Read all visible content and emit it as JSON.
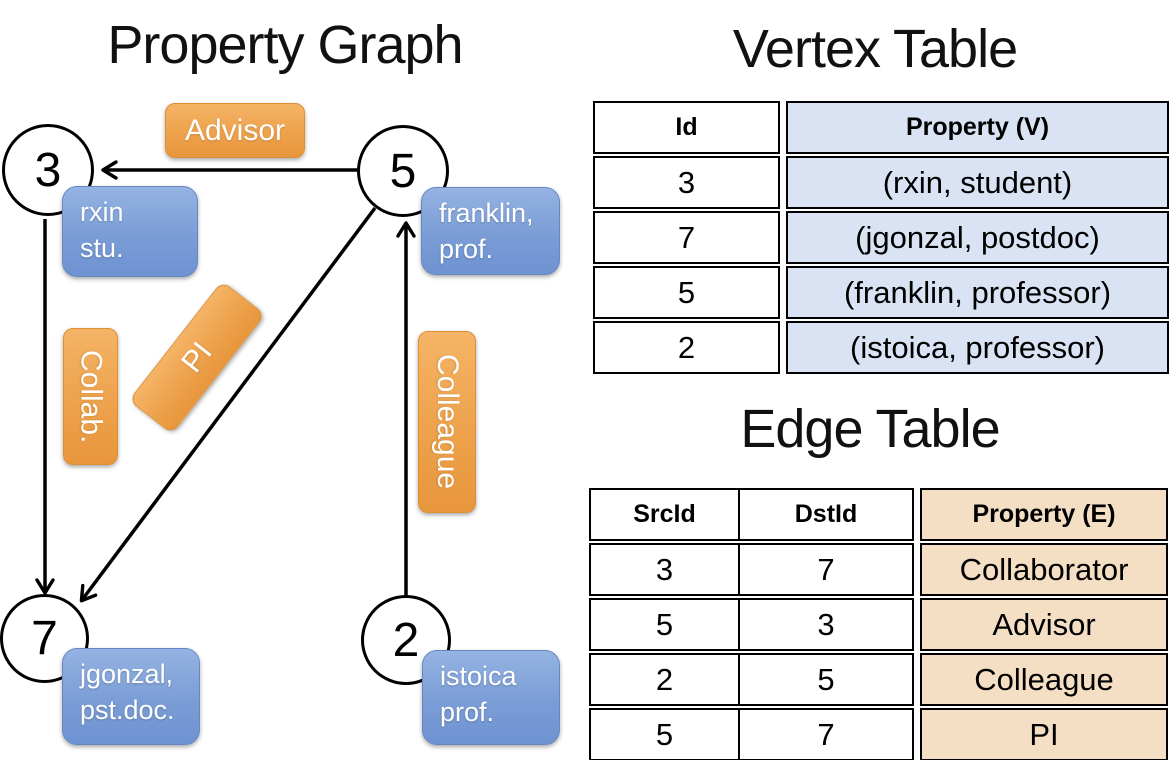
{
  "graph": {
    "title": "Property Graph",
    "vertices": [
      {
        "id": "3",
        "label_lines": [
          "rxin",
          "stu."
        ]
      },
      {
        "id": "5",
        "label_lines": [
          "franklin,",
          "prof."
        ]
      },
      {
        "id": "7",
        "label_lines": [
          "jgonzal,",
          "pst.doc."
        ]
      },
      {
        "id": "2",
        "label_lines": [
          "istoica",
          "prof."
        ]
      }
    ],
    "edges": [
      {
        "src": "5",
        "dst": "3",
        "label": "Advisor"
      },
      {
        "src": "3",
        "dst": "7",
        "label": "Collab."
      },
      {
        "src": "5",
        "dst": "7",
        "label": "PI"
      },
      {
        "src": "2",
        "dst": "5",
        "label": "Colleague"
      }
    ]
  },
  "vertex_table": {
    "title": "Vertex Table",
    "columns": {
      "id": "Id",
      "property": "Property (V)"
    },
    "rows": [
      {
        "id": "3",
        "property": "(rxin, student)"
      },
      {
        "id": "7",
        "property": "(jgonzal, postdoc)"
      },
      {
        "id": "5",
        "property": "(franklin, professor)"
      },
      {
        "id": "2",
        "property": "(istoica, professor)"
      }
    ]
  },
  "edge_table": {
    "title": "Edge Table",
    "columns": {
      "src": "SrcId",
      "dst": "DstId",
      "property": "Property (E)"
    },
    "rows": [
      {
        "src": "3",
        "dst": "7",
        "property": "Collaborator"
      },
      {
        "src": "5",
        "dst": "3",
        "property": "Advisor"
      },
      {
        "src": "2",
        "dst": "5",
        "property": "Colleague"
      },
      {
        "src": "5",
        "dst": "7",
        "property": "PI"
      }
    ]
  },
  "colors": {
    "edge_label_orange": "#eb9c43",
    "vertex_label_blue": "#7e9fd8",
    "vertex_property_fill": "#dae3f3",
    "edge_property_fill": "#f5dfc4",
    "line_black": "#000000"
  }
}
